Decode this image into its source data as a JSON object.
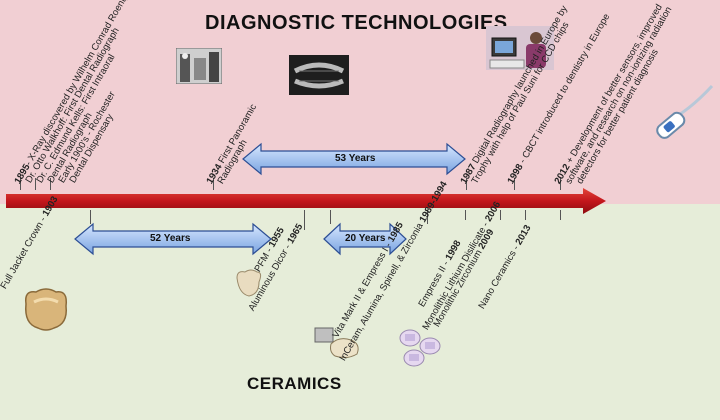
{
  "headings": {
    "top": "DIAGNOSTIC TECHNOLOGIES",
    "bottom": "CERAMICS"
  },
  "spans": {
    "top": "53 Years",
    "bottom_left": "52 Years",
    "bottom_mid": "20 Years"
  },
  "diagnostic_labels": [
    {
      "year": "1895",
      "text": "- X-Ray discovered by Wilhelm Conrad Roentgen"
    },
    {
      "year": "",
      "text": "Dr. Otto Walkhoff: First Dental Radiograph"
    },
    {
      "year": "",
      "text": "Dr. C. Edmund Kells: First Intraoral"
    },
    {
      "year": "",
      "text": "Dental Radiograph"
    },
    {
      "year": "",
      "text": "Early 1900's - Rochester"
    },
    {
      "year": "",
      "text": "Dental Dispensary"
    },
    {
      "year": "1934",
      "text": " First Panoramic"
    },
    {
      "year": "",
      "text": "Radiograph"
    },
    {
      "year": "1987",
      "text": " Digital Radiography launched in Europe by"
    },
    {
      "year": "",
      "text": "Trophy with help of Paul Suni for CCD chips"
    },
    {
      "year": "1998",
      "text": " - CBCT introduced to dentistry in Europe"
    },
    {
      "year": "2012",
      "text": " + Development of better sensors, improved"
    },
    {
      "year": "",
      "text": "software, and research on non-ionizing radiation"
    },
    {
      "year": "",
      "text": "detectors for better patient diagnosis"
    }
  ],
  "ceramics_labels": [
    {
      "year": "1903",
      "text": "Full Jacket Crown - "
    },
    {
      "year": "1955",
      "text": "PFM - "
    },
    {
      "year": "1965",
      "text": "Aluminous Dicor - "
    },
    {
      "year": "1985",
      "text": "Vita Mark II & Empress I - "
    },
    {
      "year": "1989-1994",
      "text": "InCeram, Alumina, Spinell, & Zirconia "
    },
    {
      "year": "1998",
      "text": "Empress II - "
    },
    {
      "year": "2006",
      "text": "Monolithic Lithium Disilicate - "
    },
    {
      "year": "2009",
      "text": "Monolithic Zirconium "
    },
    {
      "year": "2013",
      "text": "Nano Ceramics - "
    }
  ]
}
